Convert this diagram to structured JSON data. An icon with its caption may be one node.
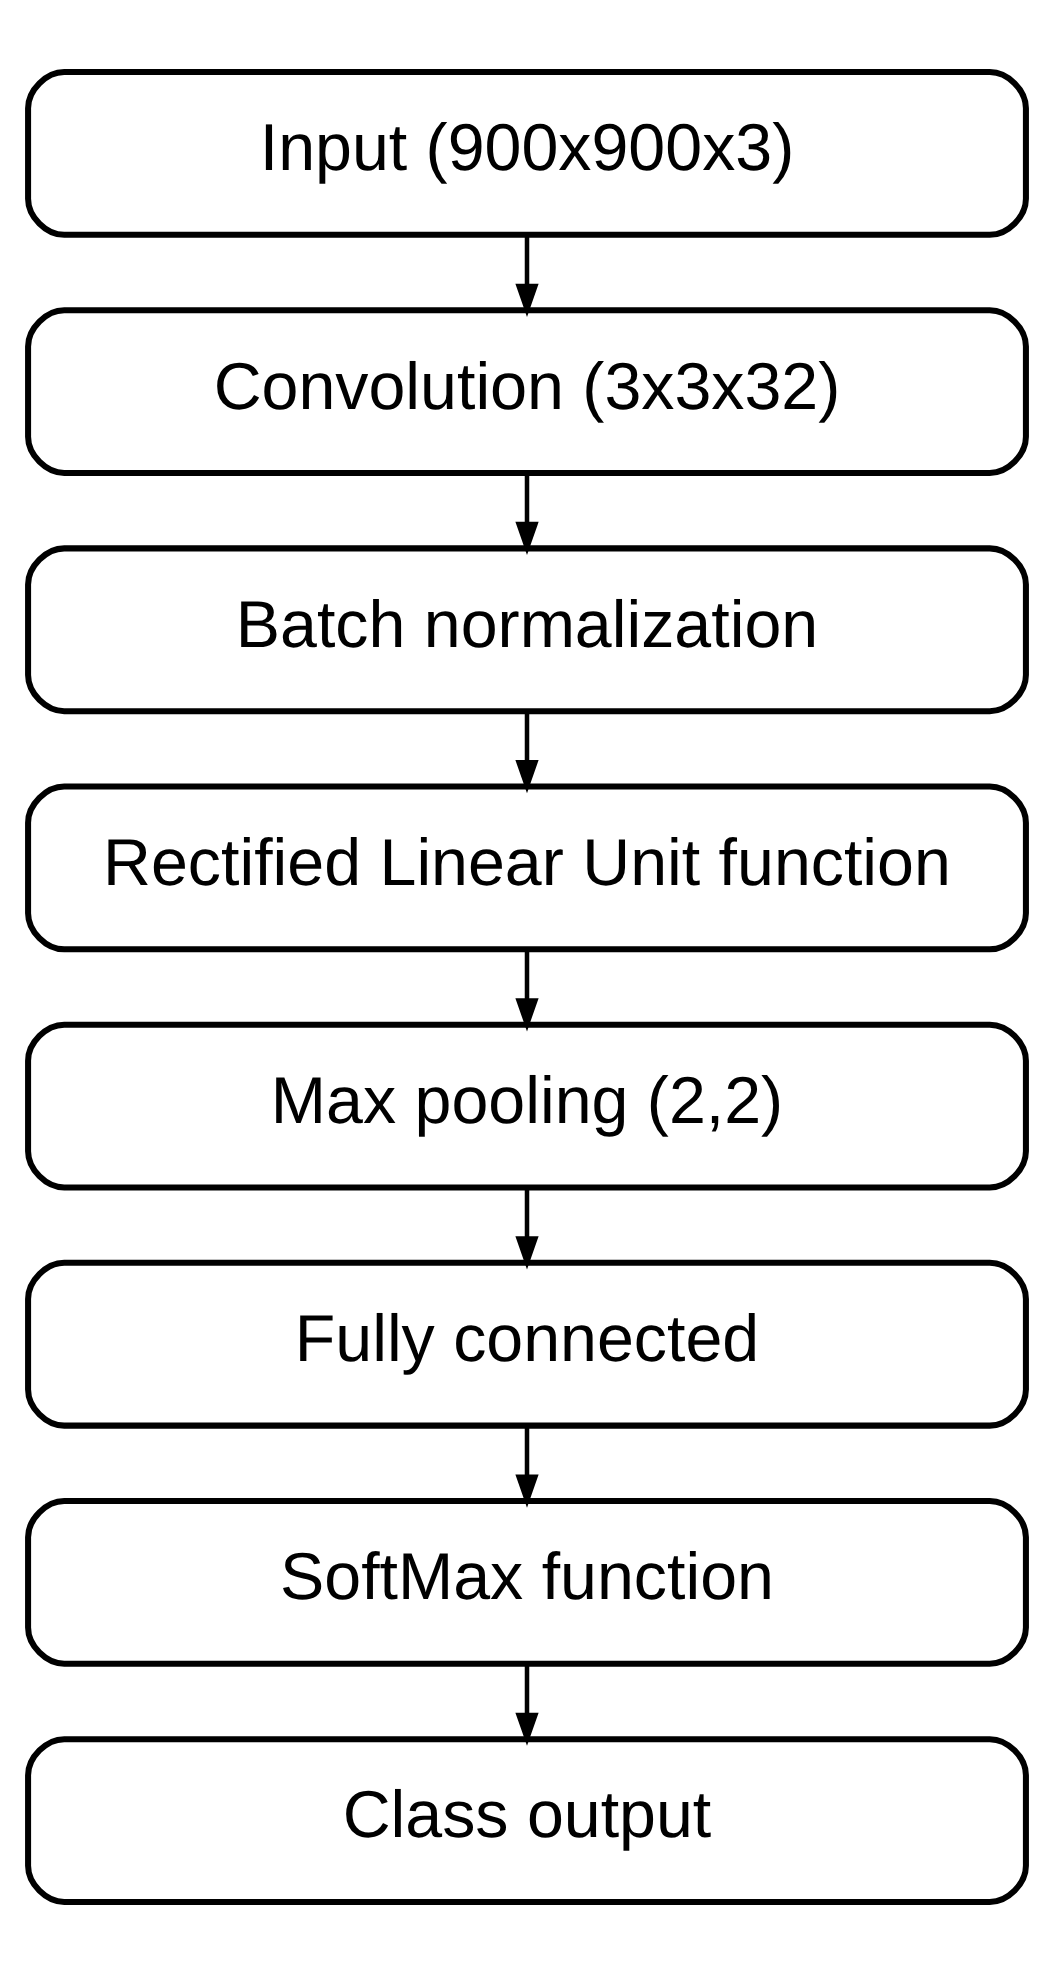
{
  "diagram": {
    "nodes": [
      {
        "text": [
          "Input (900x900x3)"
        ]
      },
      {
        "text": [
          "Convolution (3x3x32)"
        ]
      },
      {
        "text": [
          "Batch normalization"
        ]
      },
      {
        "text": [
          "Rectified Linear Unit function"
        ]
      },
      {
        "text": [
          "Max pooling (2,2)"
        ]
      },
      {
        "text": [
          "Fully connected"
        ]
      },
      {
        "text": [
          "SoftMax function"
        ]
      },
      {
        "text": [
          "Class output"
        ]
      }
    ],
    "edges": [
      {
        "from": 0,
        "to": 1,
        "arrow": "to"
      },
      {
        "from": 1,
        "to": 2,
        "arrow": "to"
      },
      {
        "from": 2,
        "to": 3,
        "arrow": "to"
      },
      {
        "from": 3,
        "to": 4,
        "arrow": "to"
      },
      {
        "from": 4,
        "to": 5,
        "arrow": "to"
      },
      {
        "from": 5,
        "to": 6,
        "arrow": "to"
      },
      {
        "from": 6,
        "to": 7,
        "arrow": "to"
      }
    ]
  }
}
